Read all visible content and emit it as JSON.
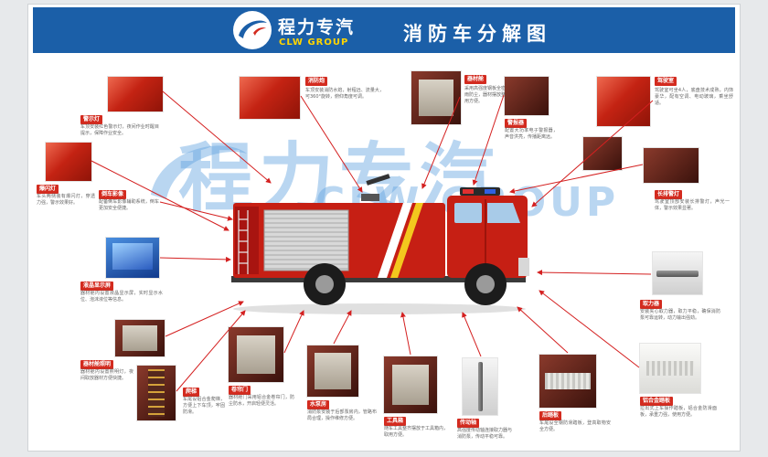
{
  "header": {
    "brand_cn": "程力专汽",
    "brand_en": "CLW GROUP",
    "title": "消防车分解图"
  },
  "watermark": {
    "text_cn": "程力专汽",
    "text_en": "CLW GROUP"
  },
  "callouts": [
    {
      "id": "warning-light",
      "label": "警示灯",
      "desc": "车顶安装红色警示灯，夜间作业时醒目提示，保障作业安全。"
    },
    {
      "id": "strobe-light",
      "label": "爆闪灯",
      "desc": "车头两侧装有爆闪灯，穿透力强，警示效果好。"
    },
    {
      "id": "reverse-camera",
      "label": "倒车影像",
      "desc": "配备倒车影像辅助系统，倒车更加安全便捷。"
    },
    {
      "id": "lcd-screen",
      "label": "液晶显示屏",
      "desc": "器材舱内设置液晶显示屏，实时显示水位、泡沫液位等信息。"
    },
    {
      "id": "cabin-light",
      "label": "器材舱照明",
      "desc": "器材舱内设置照明灯，夜间取放器材方便快捷。"
    },
    {
      "id": "ladder",
      "label": "爬梯",
      "desc": "车尾设铝合金爬梯，方便上下车顶，牢固防滑。"
    },
    {
      "id": "roller-door",
      "label": "卷帘门",
      "desc": "器材舱门采用铝合金卷帘门，防尘防水，开启轻便灵活。"
    },
    {
      "id": "pump-room",
      "label": "水泵房",
      "desc": "消防泵安装于后部泵房内，管路布局合理，操作维修方便。"
    },
    {
      "id": "tool-box",
      "label": "工具箱",
      "desc": "随车工具整齐摆放于工具箱内，取用方便。"
    },
    {
      "id": "drive-shaft",
      "label": "传动轴",
      "desc": "高强度传动轴连接取力器与消防泵，传动平稳可靠。"
    },
    {
      "id": "rear-step",
      "label": "后踏板",
      "desc": "车尾设全钢防滑踏板，登高取物安全方便。"
    },
    {
      "id": "platform-step",
      "label": "铝合金踏板",
      "desc": "拉出式上车操作踏板，铝合金防滑面板，承重力强，使用方便。"
    },
    {
      "id": "cab",
      "label": "驾驶室",
      "desc": "驾驶室可坐4人，底盘技术成熟，内饰豪华，配有空调、电动玻璃，乘坐舒适。"
    },
    {
      "id": "light-bar",
      "label": "长排警灯",
      "desc": "驾驶室顶部安装长排警灯，声光一体，警示效果显著。"
    },
    {
      "id": "pto",
      "label": "取力器",
      "desc": "安装夹心取力器，取力平稳，确保消防泵可靠运转，动力输出强劲。"
    },
    {
      "id": "fire-monitor",
      "label": "消防炮",
      "desc": "车顶安装消防水炮，射程远、流量大，可360°旋转，俯仰角度可调。"
    },
    {
      "id": "equipment-bay",
      "label": "器材舱",
      "desc": "采用高强度钢板全密封结构，防雨防尘，器材摆放整齐合理，取用方便。"
    },
    {
      "id": "siren",
      "label": "警报器",
      "desc": "配置大功率电子警报器，声音洪亮，传播距离远。"
    }
  ],
  "colors": {
    "header_blue": "#1b5fa8",
    "accent_red": "#d32b1f",
    "brand_yellow": "#ffd400"
  }
}
